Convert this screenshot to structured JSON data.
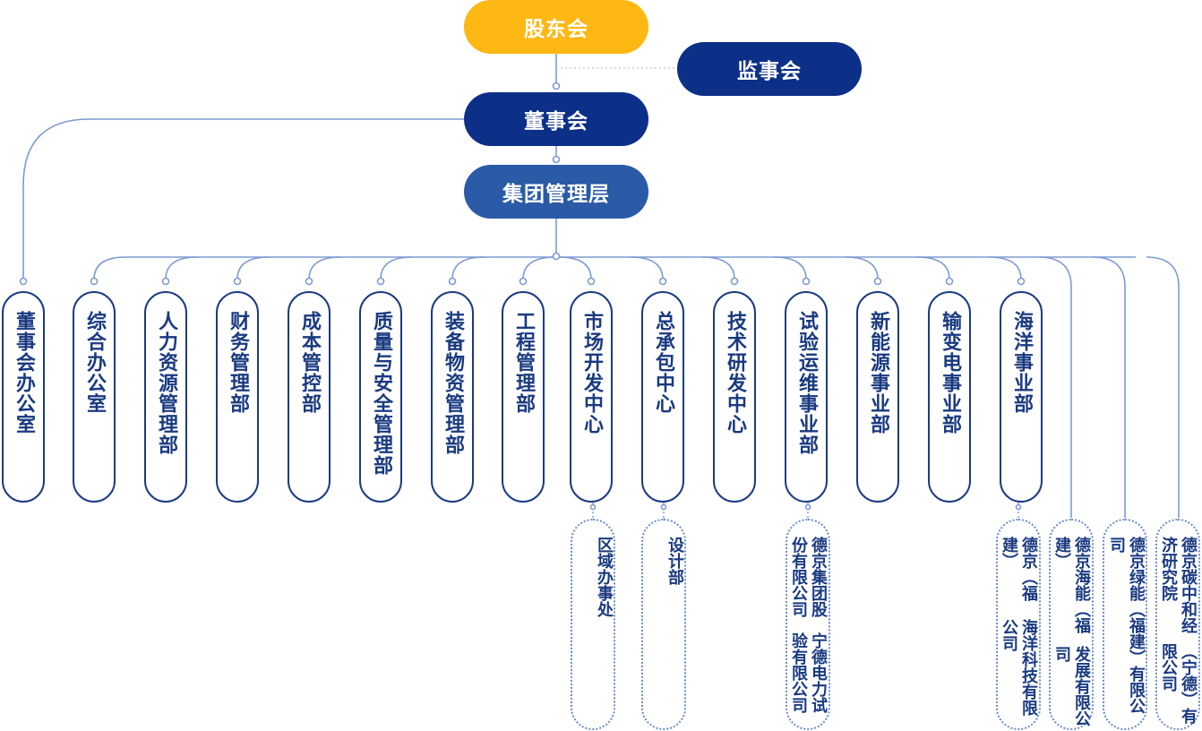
{
  "colors": {
    "gold": "#fdb813",
    "navy": "#0c2f87",
    "mid_blue": "#2b5aa7",
    "line": "#7d9bd1",
    "text": "#1a3a80"
  },
  "top": {
    "shareholders": "股东会",
    "supervisors": "监事会",
    "board": "董事会",
    "management": "集团管理层"
  },
  "departments": [
    "董事会办公室",
    "综合办公室",
    "人力资源管理部",
    "财务管理部",
    "成本管控部",
    "质量与安全管理部",
    "装备物资管理部",
    "工程管理部",
    "市场开发中心",
    "总承包中心",
    "技术研发中心",
    "试验运维事业部",
    "新能源事业部",
    "输变电事业部",
    "海洋事业部"
  ],
  "subunits": [
    {
      "lines": [
        "区域办事处"
      ]
    },
    {
      "lines": [
        "设计部"
      ]
    },
    {
      "lines": [
        "德京集团股份有限公司",
        "宁德电力试验有限公司"
      ]
    },
    {
      "lines": [
        "德京（福建）",
        "海洋科技有限公司"
      ]
    },
    {
      "lines": [
        "德京海能（福建）",
        "发展有限公司"
      ]
    },
    {
      "lines": [
        "德京绿能（福建）有限公司"
      ]
    },
    {
      "lines": [
        "德京碳中和经济研究院",
        "（宁德）有限公司"
      ]
    }
  ]
}
